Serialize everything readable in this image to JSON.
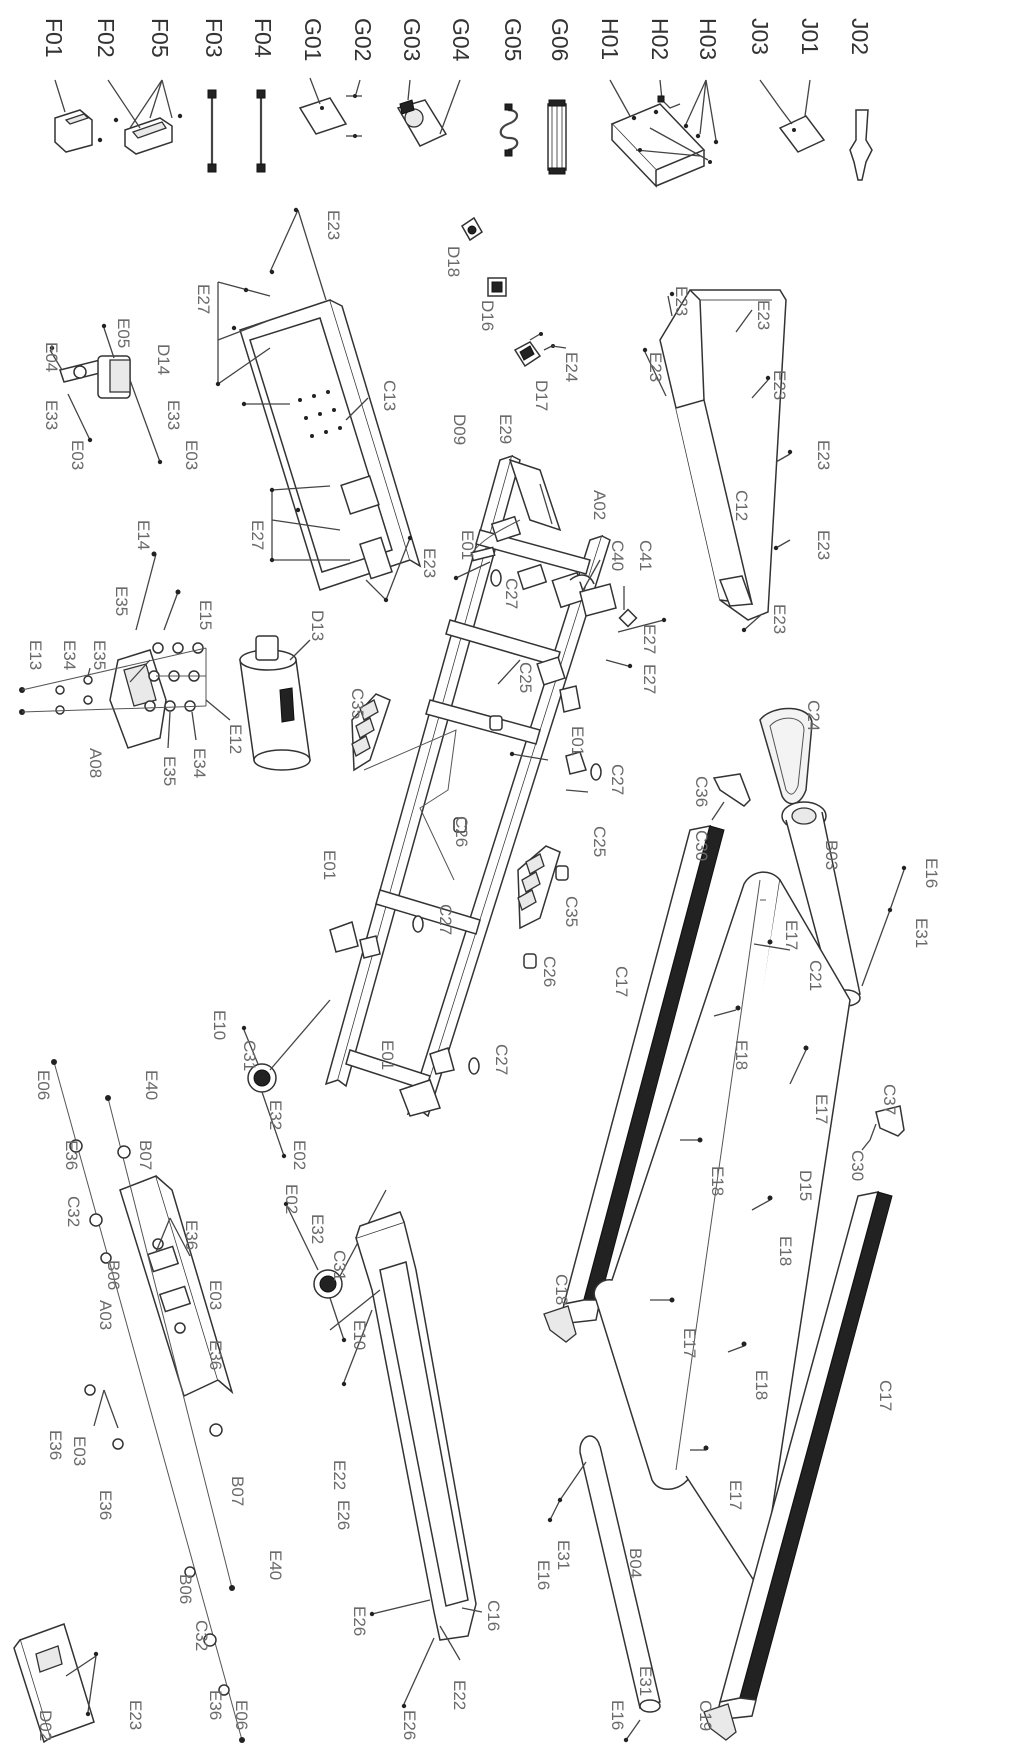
{
  "diagram": {
    "sidebar_parts": [
      "F01",
      "F02",
      "F05",
      "F03",
      "F04",
      "G01",
      "G02",
      "G03",
      "G04",
      "G05",
      "G06",
      "H01",
      "H02",
      "H03",
      "J03",
      "J01",
      "J02"
    ],
    "labels": {
      "E23": "E23",
      "E27": "E27",
      "E05": "E05",
      "E04": "E04",
      "E33": "E33",
      "E03": "E03",
      "D14": "D14",
      "C13": "C13",
      "D18": "D18",
      "D16": "D16",
      "D17": "D17",
      "E24": "E24",
      "D09": "D09",
      "E29": "E29",
      "A02": "A02",
      "C40": "C40",
      "C41": "C41",
      "C12": "C12",
      "E01": "E01",
      "C27": "C27",
      "C25": "C25",
      "C35": "C35",
      "C26": "C26",
      "E14": "E14",
      "E15": "E15",
      "E35": "E35",
      "E13": "E13",
      "E34": "E34",
      "A08": "A08",
      "E12": "E12",
      "D13": "D13",
      "C36": "C36",
      "C30": "C30",
      "C24": "C24",
      "B03": "B03",
      "E16": "E16",
      "E31": "E31",
      "C17": "C17",
      "C21": "C21",
      "E17": "E17",
      "E18": "E18",
      "C37": "C37",
      "D15": "D15",
      "C18": "C18",
      "E10": "E10",
      "C31": "C31",
      "E32": "E32",
      "E02": "E02",
      "E06": "E06",
      "E40": "E40",
      "E36": "E36",
      "B07": "B07",
      "C32": "C32",
      "B06": "B06",
      "A03": "A03",
      "E22": "E22",
      "E26": "E26",
      "C16": "C16",
      "B04": "B04",
      "C19": "C19",
      "D02": "D02"
    }
  }
}
